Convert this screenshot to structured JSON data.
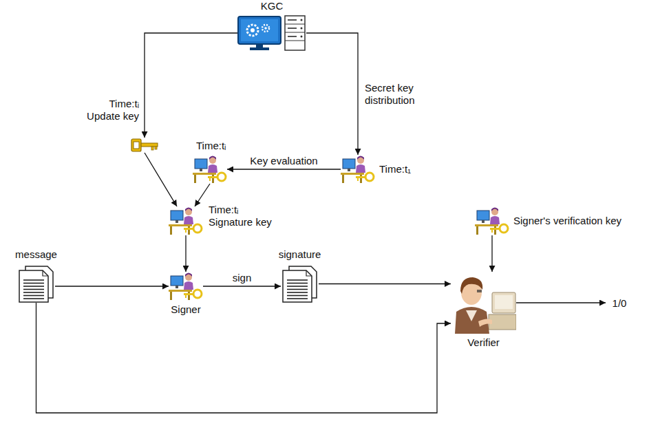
{
  "diagram": {
    "nodes": [
      {
        "text": [
          "KGC"
        ]
      },
      {
        "text": [
          "Time:tᵢ Update key"
        ]
      },
      {
        "text": [
          "Time:tᵢ"
        ]
      },
      {
        "text": [
          "Time:t₁"
        ]
      },
      {
        "text": [
          "Time:tᵢ Signature key"
        ]
      },
      {
        "text": [
          "message"
        ]
      },
      {
        "text": [
          "Signer"
        ]
      },
      {
        "text": [
          "signature"
        ]
      },
      {
        "text": [
          "Signer's verification key"
        ]
      },
      {
        "text": [
          "Verifier"
        ]
      },
      {
        "text": [
          "1/0"
        ]
      }
    ],
    "edges": [
      {
        "from": 0,
        "to": 1,
        "arrow": "to"
      },
      {
        "from": 0,
        "to": 3,
        "label": "Secret key distribution",
        "arrow": "to"
      },
      {
        "from": 3,
        "to": 2,
        "label": "Key evaluation",
        "arrow": "to"
      },
      {
        "from": 1,
        "to": 4,
        "arrow": "to"
      },
      {
        "from": 2,
        "to": 4,
        "arrow": "to"
      },
      {
        "from": 4,
        "to": 6,
        "arrow": "to"
      },
      {
        "from": 5,
        "to": 6,
        "arrow": "to"
      },
      {
        "from": 6,
        "to": 7,
        "label": "sign",
        "arrow": "to"
      },
      {
        "from": 7,
        "to": 9,
        "arrow": "to"
      },
      {
        "from": 8,
        "to": 9,
        "arrow": "to"
      },
      {
        "from": 5,
        "to": 9,
        "arrow": "to"
      },
      {
        "from": 9,
        "to": 10,
        "arrow": "to"
      }
    ]
  }
}
